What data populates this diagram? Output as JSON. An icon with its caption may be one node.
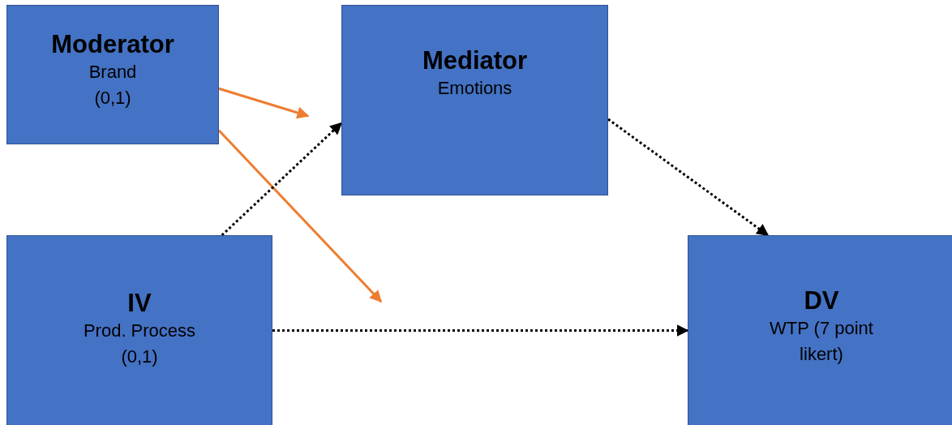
{
  "diagram": {
    "nodes": [
      {
        "text": [
          "Moderator",
          "Brand (0,1)"
        ]
      },
      {
        "text": [
          "Mediator",
          "Emotions"
        ]
      },
      {
        "text": [
          "IV",
          "Prod. Process (0,1)"
        ]
      },
      {
        "text": [
          "DV",
          "WTP (7 point likert)"
        ]
      }
    ],
    "edges": [
      {
        "from": 0,
        "to": null,
        "arrow": "to",
        "color": "#ed7d31"
      },
      {
        "from": 0,
        "to": null,
        "arrow": "to",
        "color": "#ed7d31"
      },
      {
        "from": 2,
        "to": 1,
        "arrow": "to",
        "style": "dashed"
      },
      {
        "from": 1,
        "to": 3,
        "arrow": "to",
        "style": "dashed"
      },
      {
        "from": 2,
        "to": 3,
        "arrow": "to",
        "style": "dashed"
      }
    ]
  }
}
